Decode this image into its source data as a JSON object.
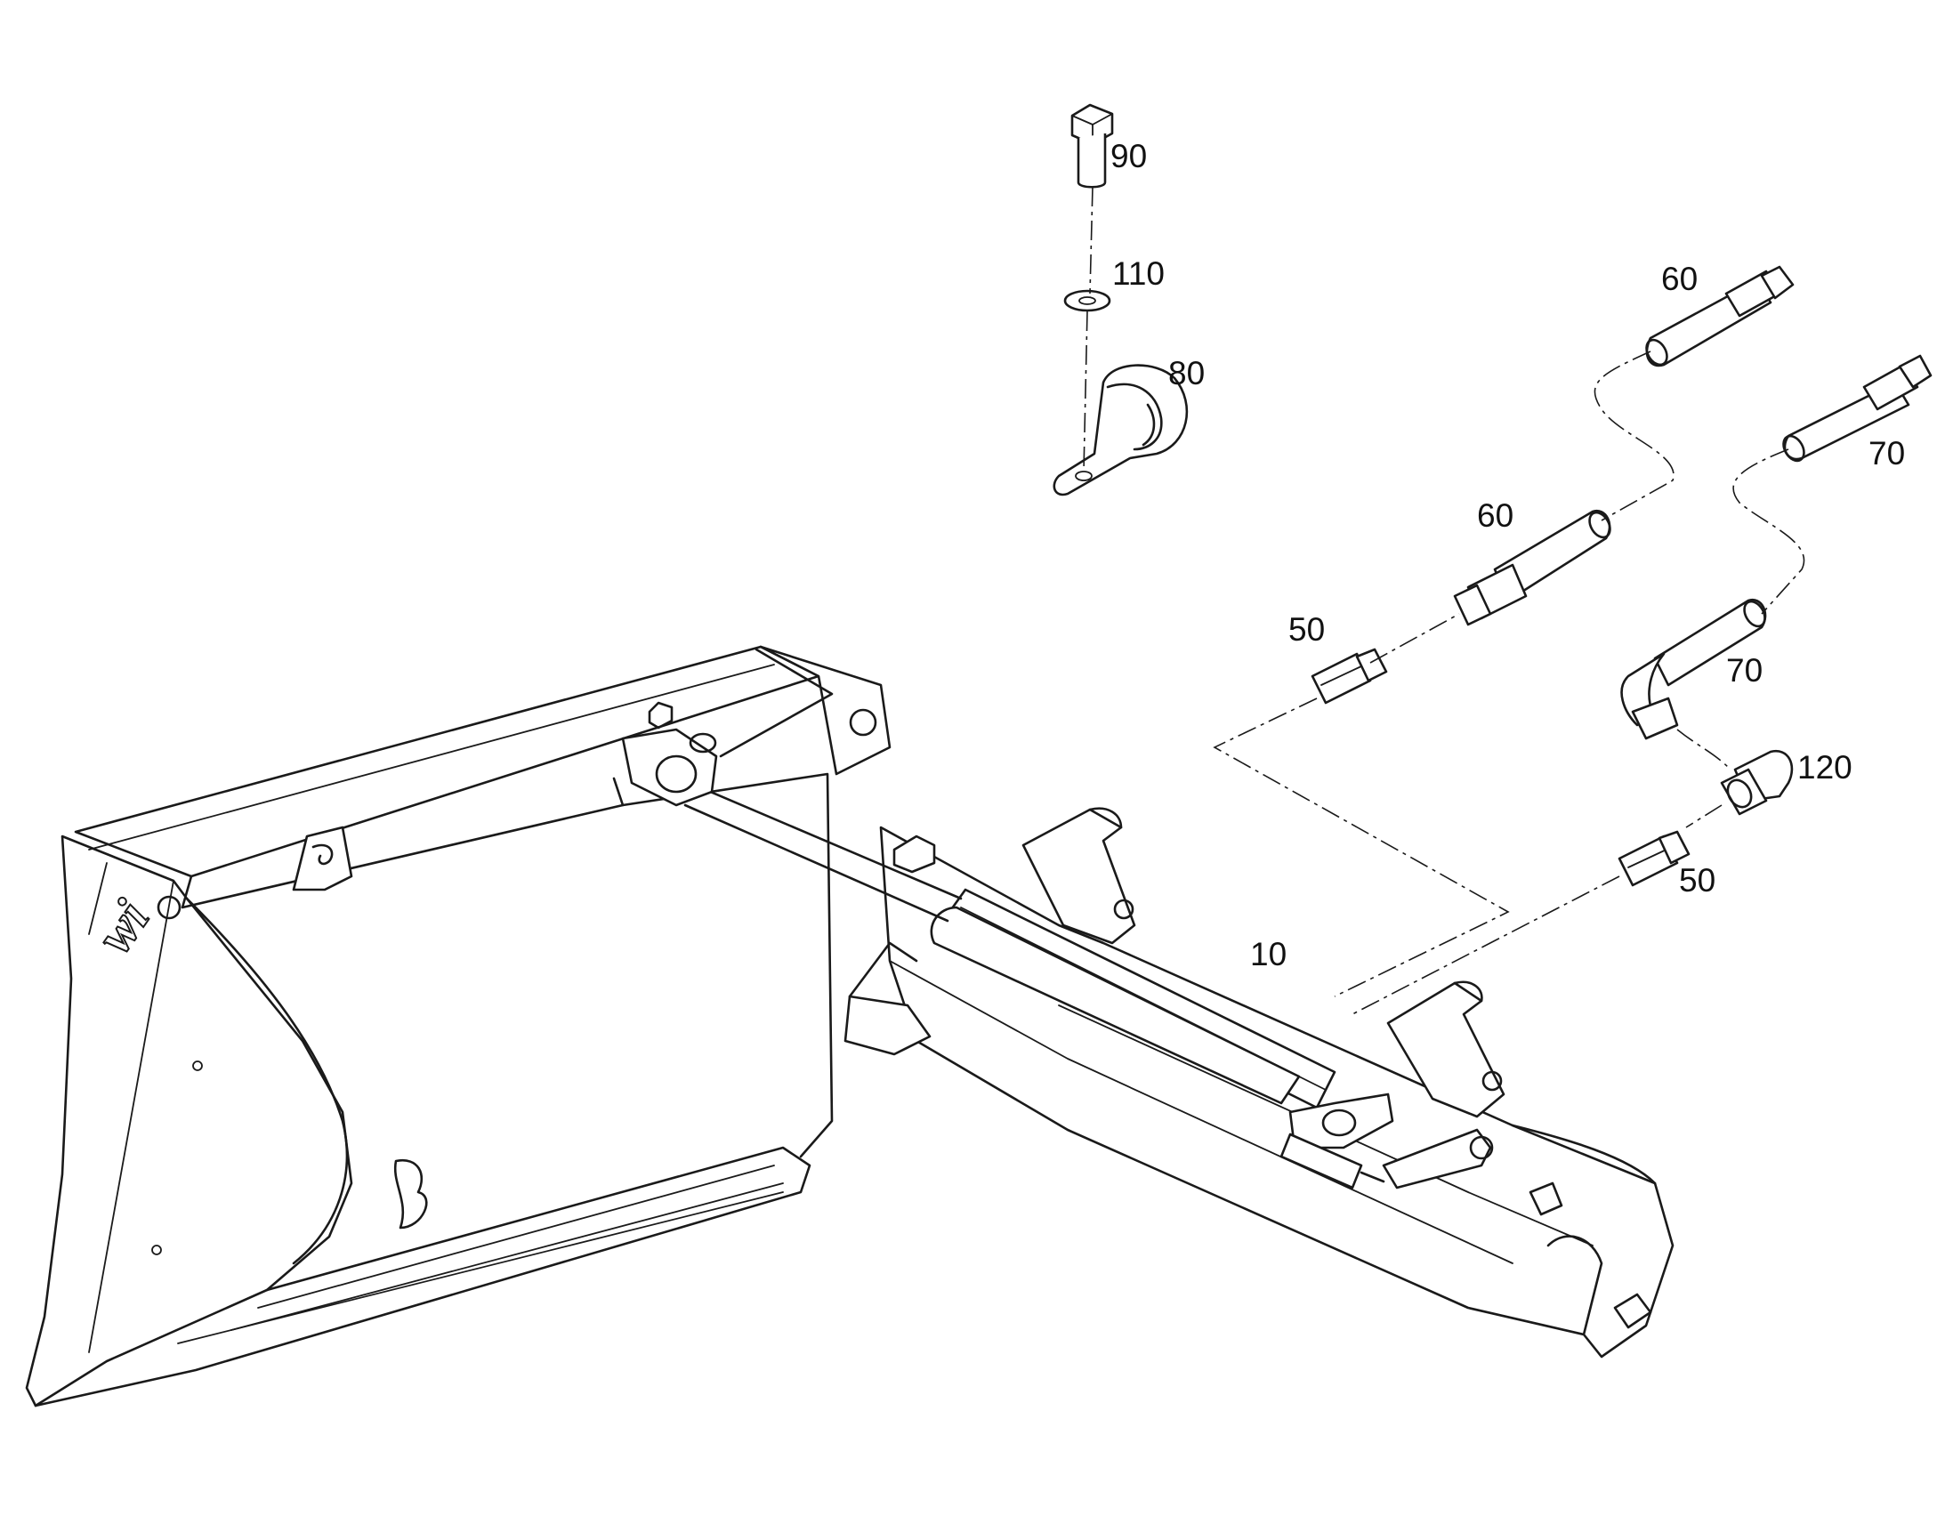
{
  "diagram": {
    "callouts": [
      {
        "id": "c90",
        "text": "90"
      },
      {
        "id": "c110",
        "text": "110"
      },
      {
        "id": "c80",
        "text": "80"
      },
      {
        "id": "c60a",
        "text": "60"
      },
      {
        "id": "c60b",
        "text": "60"
      },
      {
        "id": "c70a",
        "text": "70"
      },
      {
        "id": "c70b",
        "text": "70"
      },
      {
        "id": "c50a",
        "text": "50"
      },
      {
        "id": "c50b",
        "text": "50"
      },
      {
        "id": "c120",
        "text": "120"
      },
      {
        "id": "c10",
        "text": "10"
      }
    ]
  },
  "colors": {
    "line": "#1a1a1a",
    "background": "#ffffff"
  }
}
